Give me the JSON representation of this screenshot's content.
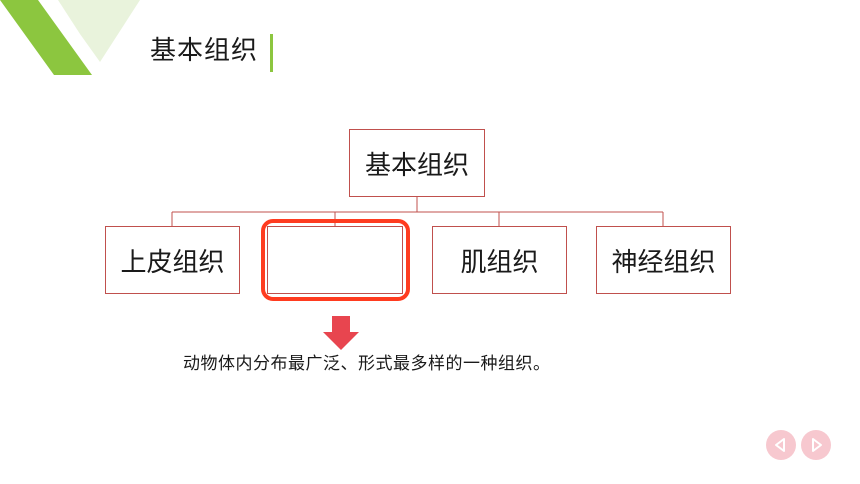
{
  "header": {
    "title": "基本组织"
  },
  "tree": {
    "root": "基本组织",
    "children": [
      "上皮组织",
      "",
      "肌组织",
      "神经组织"
    ]
  },
  "description": "动物体内分布最广泛、形式最多样的一种组织。",
  "colors": {
    "accent_green": "#8cc63f",
    "box_border": "#c0504d",
    "highlight": "#ff3b1f",
    "arrow": "#e8454f",
    "nav_button": "#f7c8cf"
  },
  "icons": {
    "arrow": "down-arrow-icon",
    "prev": "prev-icon",
    "next": "next-icon"
  }
}
